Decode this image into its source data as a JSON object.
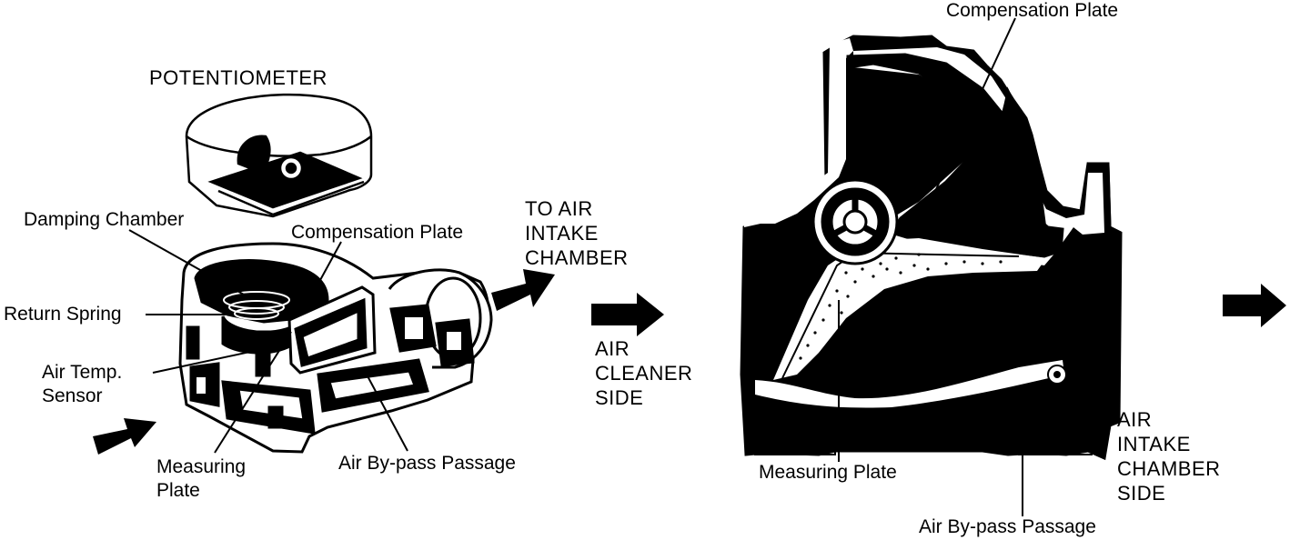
{
  "left_figure": {
    "potentiometer": "POTENTIOMETER",
    "damping_chamber": "Damping Chamber",
    "compensation_plate": "Compensation Plate",
    "return_spring": "Return Spring",
    "air_temp_sensor_line1": "Air Temp.",
    "air_temp_sensor_line2": "Sensor",
    "measuring_plate_line1": "Measuring",
    "measuring_plate_line2": "Plate",
    "air_bypass_passage": "Air By-pass Passage",
    "to_air_intake_chamber": [
      "TO AIR",
      "INTAKE",
      "CHAMBER"
    ],
    "air_cleaner_side": [
      "AIR",
      "CLEANER",
      "SIDE"
    ]
  },
  "right_figure": {
    "compensation_plate": "Compensation Plate",
    "measuring_plate": "Measuring Plate",
    "air_bypass_passage": "Air By-pass Passage",
    "air_intake_chamber_side": [
      "AIR",
      "INTAKE",
      "CHAMBER",
      "SIDE"
    ]
  },
  "colors": {
    "ink": "#000000",
    "paper": "#ffffff"
  }
}
